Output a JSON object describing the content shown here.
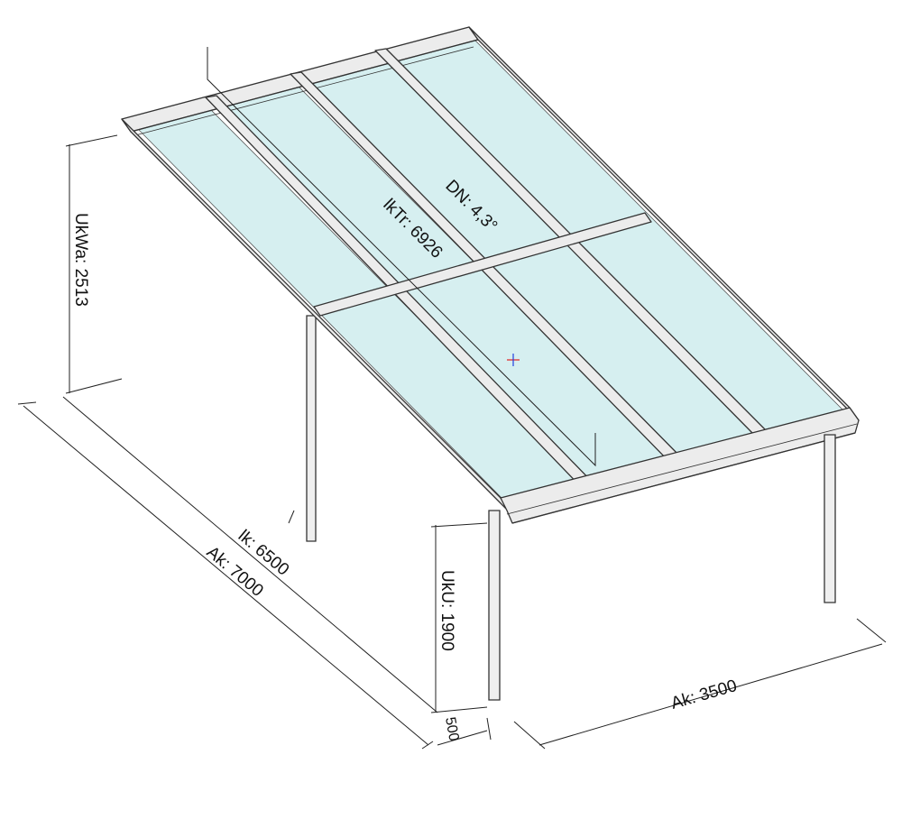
{
  "colors": {
    "glass": "#d6eff0",
    "frame": "#ececec",
    "outline": "#333333",
    "dimension_line": "#222222",
    "center_marker_red": "#e02020",
    "center_marker_blue": "#2040e0"
  },
  "dimensions": {
    "roof_pitch": "DN: 4,3°",
    "rafter_length": "lkTr: 6926",
    "wall_height": "UkWa: 2513",
    "inner_length": "lk: 6500",
    "outer_length": "Ak: 7000",
    "front_height": "UkU: 1900",
    "overhang": "500",
    "outer_width": "Ak: 3500"
  }
}
